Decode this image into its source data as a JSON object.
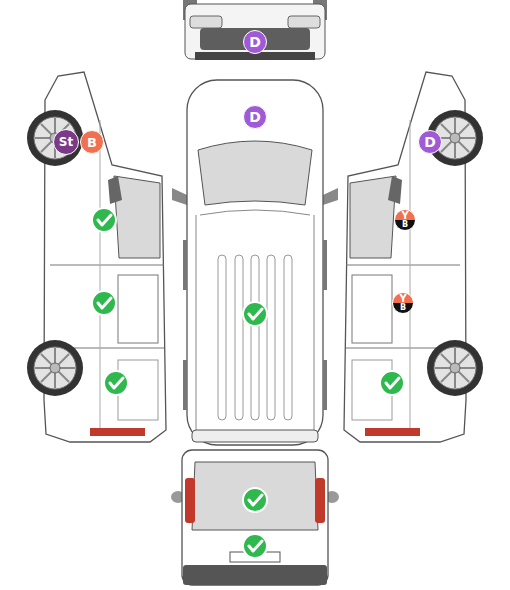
{
  "diagram": {
    "nodes": [
      {
        "text": [
          "D"
        ]
      },
      {
        "text": [
          "D"
        ]
      },
      {
        "text": [
          "St"
        ]
      },
      {
        "text": [
          "B"
        ]
      },
      {
        "text": [
          "D"
        ]
      },
      {
        "text": [
          "Y",
          "B"
        ]
      },
      {
        "text": [
          "Y",
          "B"
        ]
      }
    ]
  }
}
